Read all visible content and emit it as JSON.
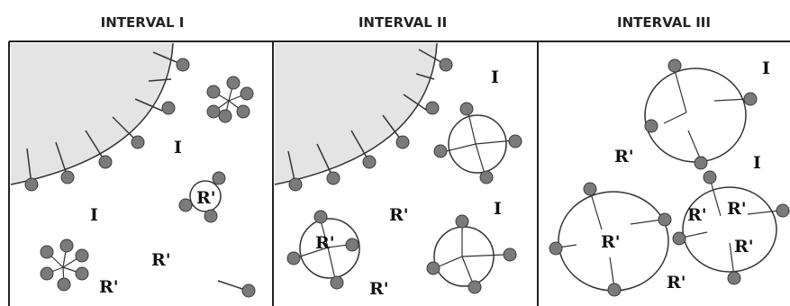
{
  "headers": [
    "INTERVAL I",
    "INTERVAL II",
    "INTERVAL III"
  ],
  "labels": {
    "p1": [
      "I",
      "I",
      "R'",
      "R'",
      "R'"
    ],
    "p2": [
      "I",
      "I",
      "R'",
      "R'",
      "R'"
    ],
    "p3": [
      "I",
      "I",
      "R'",
      "R'",
      "R'",
      "R'",
      "R'",
      "R'"
    ]
  },
  "colors": {
    "border": "#222222",
    "cell_fill": "#e4e4e4",
    "bead_fill": "#7a7a7a",
    "bead_stroke": "#3a3a3a"
  }
}
